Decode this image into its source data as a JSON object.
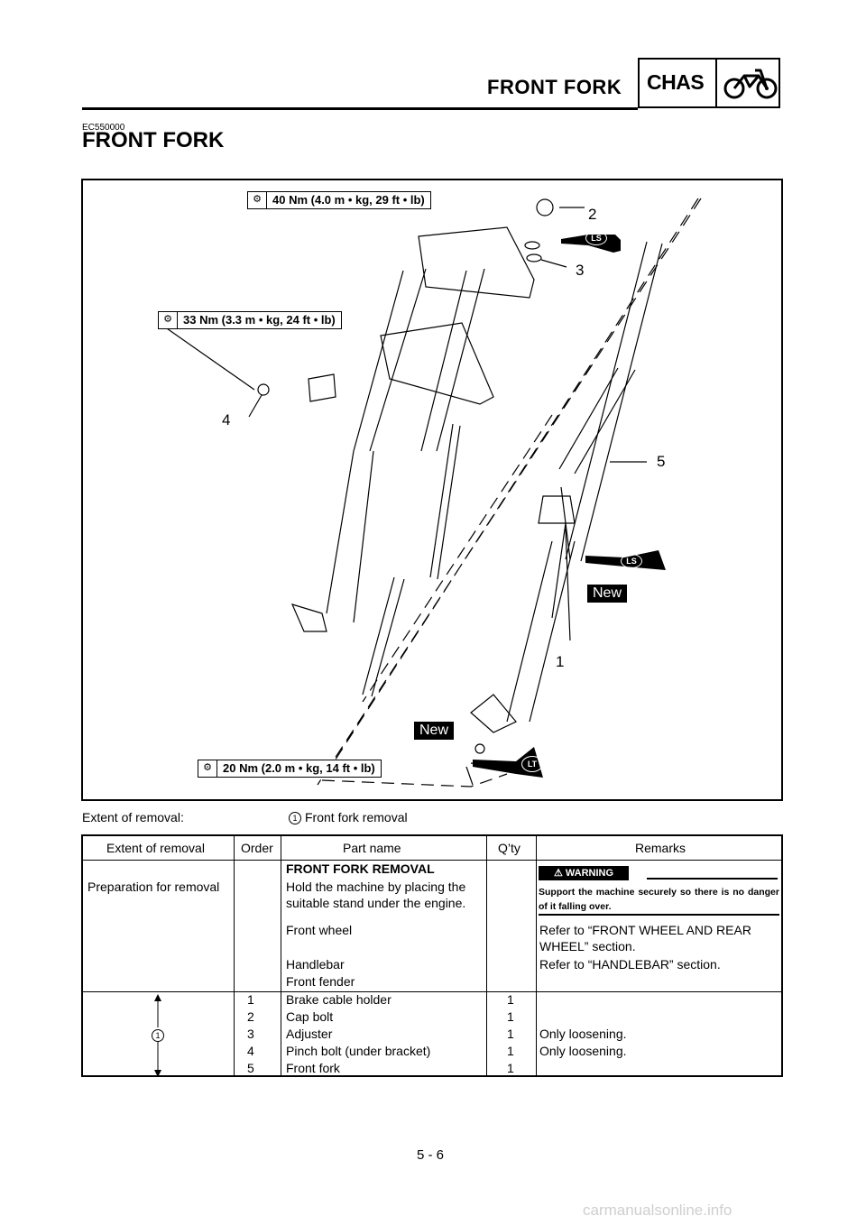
{
  "header": {
    "section_title": "FRONT FORK",
    "chas_label": "CHAS",
    "code": "EC550000",
    "page_title": "FRONT FORK"
  },
  "figure": {
    "torque_top": "40 Nm (4.0 m • kg, 29 ft • lb)",
    "torque_mid": "33 Nm (3.3 m • kg, 24 ft • lb)",
    "torque_bottom": "20 Nm (2.0 m • kg, 14 ft • lb)",
    "callouts": [
      "2",
      "3",
      "4",
      "5",
      "1"
    ],
    "ls_label": "LS",
    "lt_label": "LT",
    "new_label": "New"
  },
  "extent": {
    "label": "Extent of removal:",
    "marker": "1",
    "value": "Front fork removal"
  },
  "table": {
    "headers": [
      "Extent of removal",
      "Order",
      "Part name",
      "Q’ty",
      "Remarks"
    ],
    "prep": {
      "extent": "Preparation for removal",
      "heading": "FRONT FORK REMOVAL",
      "hold_line1": "Hold the machine by placing the",
      "hold_line2": "suitable stand under the engine.",
      "warning_badge": "WARNING",
      "warning_text": "Support the machine securely so there is no danger of it falling over.",
      "front_wheel": "Front wheel",
      "front_wheel_remark1": "Refer to “FRONT WHEEL AND REAR",
      "front_wheel_remark2": "WHEEL” section.",
      "handlebar": "Handlebar",
      "handlebar_remark": "Refer to “HANDLEBAR” section.",
      "front_fender": "Front fender"
    },
    "range_marker": "1",
    "rows": [
      {
        "order": "1",
        "part": "Brake cable holder",
        "qty": "1",
        "remark": ""
      },
      {
        "order": "2",
        "part": "Cap bolt",
        "qty": "1",
        "remark": ""
      },
      {
        "order": "3",
        "part": "Adjuster",
        "qty": "1",
        "remark": "Only loosening."
      },
      {
        "order": "4",
        "part": "Pinch bolt (under bracket)",
        "qty": "1",
        "remark": "Only loosening."
      },
      {
        "order": "5",
        "part": "Front fork",
        "qty": "1",
        "remark": ""
      }
    ]
  },
  "footer": {
    "page_number": "5 - 6",
    "watermark": "carmanualsonline.info"
  }
}
